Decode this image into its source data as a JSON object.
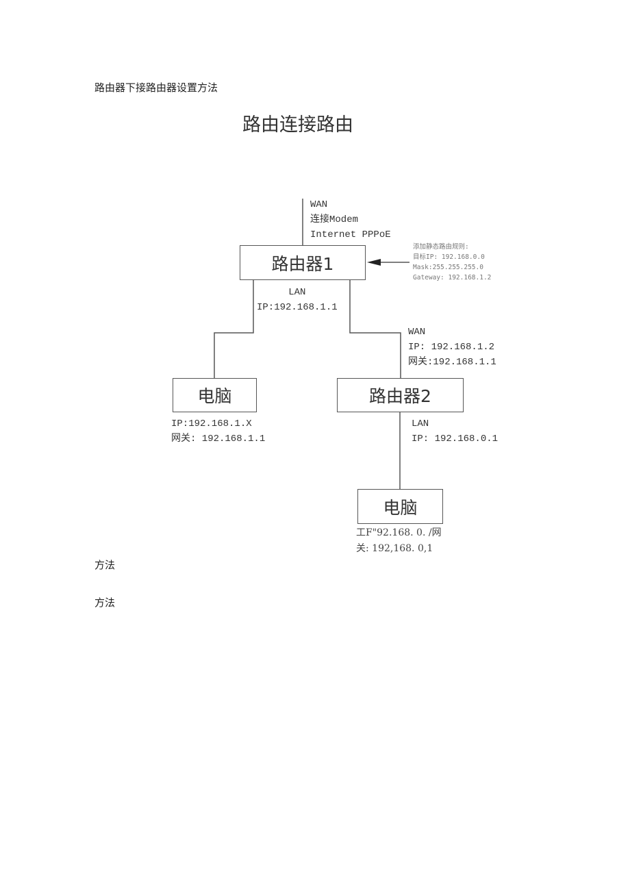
{
  "doc": {
    "heading": "路由器下接路由器设置方法",
    "title": "路由连接路由",
    "method1": "方法",
    "method2": "方法"
  },
  "diagram": {
    "wan_top": [
      "WAN",
      "连接Modem",
      "Internet PPPoE"
    ],
    "router1": "路由器1",
    "static_route": [
      "添加静态路由规则:",
      "目标IP: 192.168.0.0",
      "Mask:255.255.255.0",
      "Gateway: 192.168.1.2"
    ],
    "router1_lan": [
      "LAN",
      "IP:192.168.1.1"
    ],
    "router2_wan": [
      "WAN",
      "IP: 192.168.1.2",
      "网关:192.168.1.1"
    ],
    "pc1": "电脑",
    "router2": "路由器2",
    "pc1_info": [
      "IP:192.168.1.X",
      "网关: 192.168.1.1"
    ],
    "router2_lan": [
      "LAN",
      "IP: 192.168.0.1"
    ],
    "pc2": "电脑",
    "pc2_info": [
      "工F\"92.168. 0. /网",
      "关: 192,168.  0,1"
    ]
  }
}
